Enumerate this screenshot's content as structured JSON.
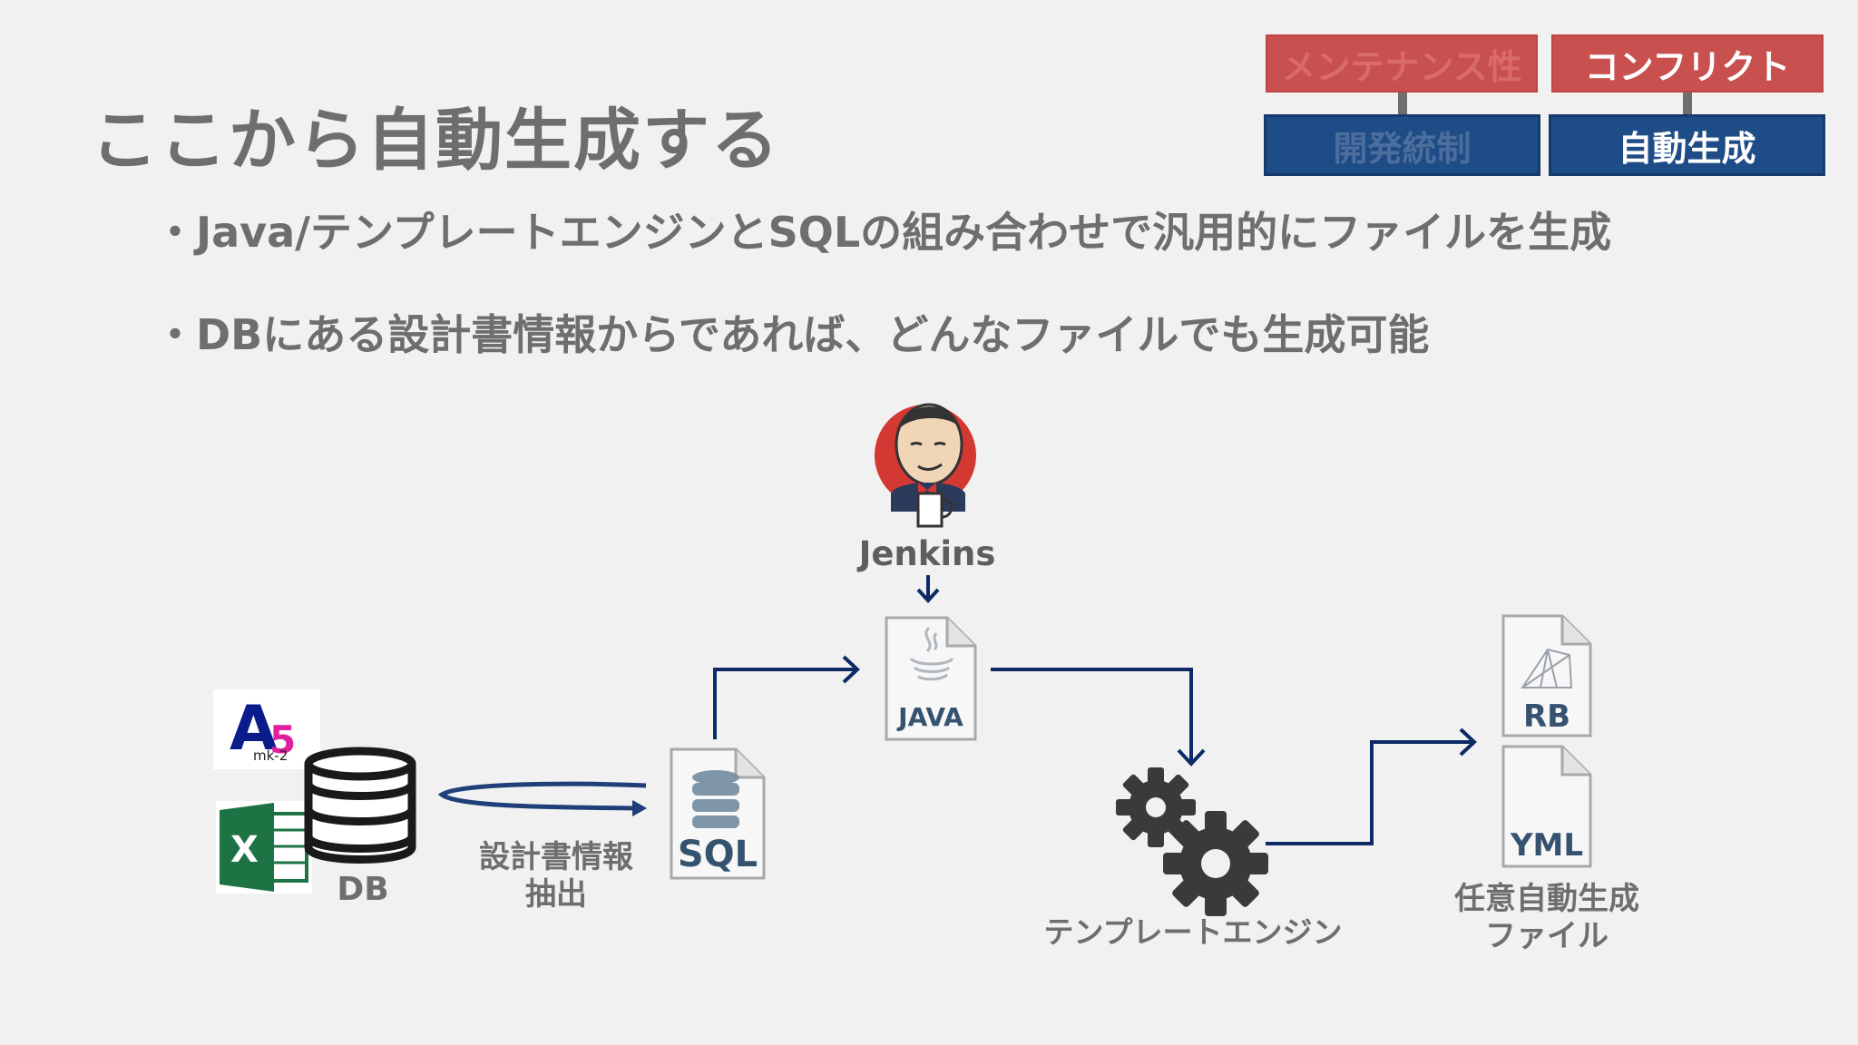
{
  "slide": {
    "title": "ここから自動生成する",
    "bullets": [
      "・Java/テンプレートエンジンとSQLの組み合わせで汎用的にファイルを生成",
      "・DBにある設計書情報からであれば、どんなファイルでも生成可能"
    ]
  },
  "tags": {
    "maintain": "メンテナンス性",
    "conflict": "コンフリクト",
    "governance": "開発統制",
    "autogen": "自動生成"
  },
  "diagram": {
    "jenkins": "Jenkins",
    "java": "JAVA",
    "sql": "SQL",
    "db": "DB",
    "extract": [
      "設計書情報",
      "抽出"
    ],
    "engine": "テンプレートエンジン",
    "rb": "RB",
    "yml": "YML",
    "output": [
      "任意自動生成",
      "ファイル"
    ],
    "a5_text": "A5",
    "a5_sub": "mk-2",
    "excel_letter": "X"
  },
  "colors": {
    "arrow": "#0d2a66",
    "tag_red": "#c8504e",
    "tag_blue": "#1e4c87",
    "doc_label": "#35536f"
  }
}
